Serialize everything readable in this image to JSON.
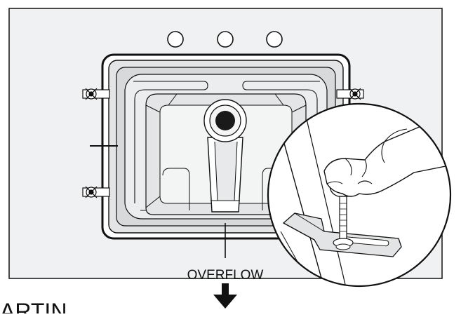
{
  "labels": {
    "overflow": "OVERFLOW",
    "corner_text": "ARTIN"
  },
  "colors": {
    "countertop": "#f0f1f2",
    "sink_light": "#e9eaeb",
    "sink_mid": "#dfe0e1",
    "outline": "#111111",
    "drain": "#1a1a1a"
  },
  "icons": {
    "faucet_holes": "circle-outline",
    "clips": "wing-nut-clip",
    "overflow_arrow": "arrow-down",
    "detail_inset": "hand-tightening-wing-nut"
  },
  "faucet_hole_count": 3,
  "mounting_clip_count": 4
}
